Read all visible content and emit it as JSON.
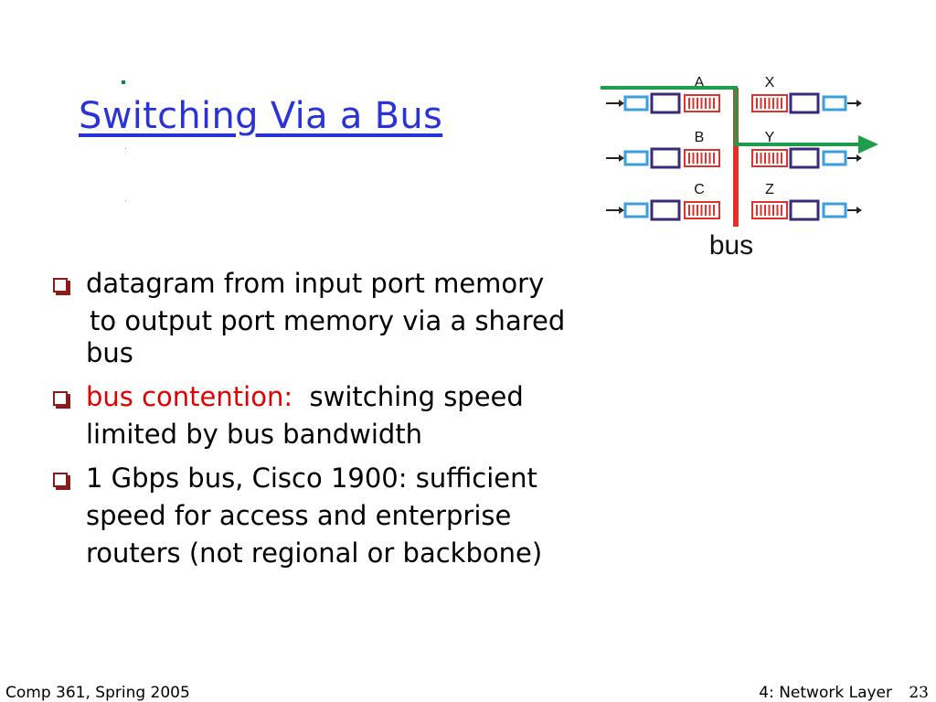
{
  "slide": {
    "title": "Switching Via a Bus",
    "bullets": [
      {
        "lines": [
          "datagram from input port memory",
          "to output port memory via a shared",
          "bus"
        ]
      },
      {
        "highlight": "bus contention:",
        "rest": "switching speed",
        "lines": [
          "limited by bus bandwidth"
        ]
      },
      {
        "lines": [
          "1 Gbps bus, Cisco 1900: sufficient",
          "speed for access and enterprise",
          "routers (not regional or backbone)"
        ]
      }
    ]
  },
  "diagram": {
    "input_labels": [
      "A",
      "B",
      "C"
    ],
    "output_labels": [
      "X",
      "Y",
      "Z"
    ],
    "bus_label": "bus",
    "colors": {
      "bus": "#e0322c",
      "path": "#1e9e4a",
      "line_card": "#3aa0dd",
      "buffer": "#3b2a7a",
      "queue": "#e0322c",
      "arrow": "#222222"
    }
  },
  "footer": {
    "left": "Comp 361, Spring 2005",
    "right": "4: Network Layer",
    "page": "23"
  }
}
